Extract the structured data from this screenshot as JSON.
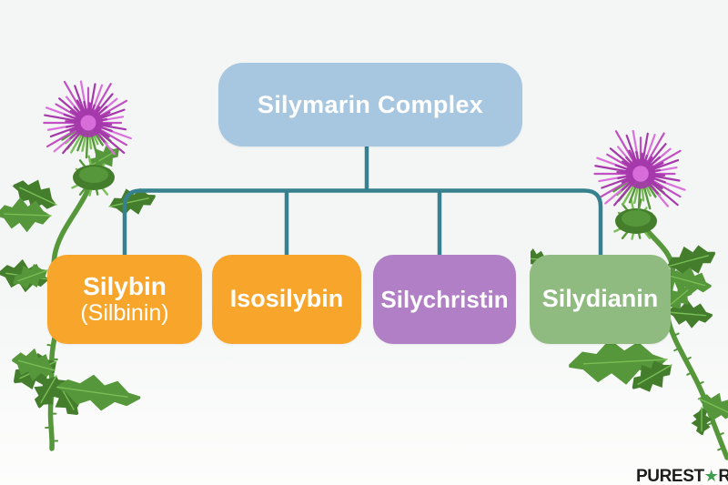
{
  "diagram": {
    "root": {
      "label": "Silymarin Complex",
      "bg": "#a7c6df"
    },
    "children": [
      {
        "label": "Silybin",
        "sublabel": "(Silbinin)",
        "bg": "#f8a52b"
      },
      {
        "label": "Isosilybin",
        "bg": "#f8a52b"
      },
      {
        "label": "Silychristin",
        "bg": "#b17fc5"
      },
      {
        "label": "Silydianin",
        "bg": "#8fbb80"
      }
    ],
    "connector_color": "#37818f",
    "text_color": "#ffffff"
  },
  "branding": {
    "logo_text_before_star": "PUREST",
    "logo_star": "★",
    "logo_text_after_star": "R",
    "logo_color": "#1d1d1b",
    "star_color": "#3f9e4d"
  },
  "decorations": {
    "left_plant": "milk-thistle-flower",
    "right_plant": "milk-thistle-flower",
    "flower_pink": "#c24fc3",
    "flower_pink_light": "#da70dc",
    "flower_pink_dark": "#a538aa",
    "foliage_green": "#55973a",
    "foliage_green_light": "#79bd55",
    "foliage_green_dark": "#447d2c"
  },
  "background": {
    "top": "#f3f6f5",
    "bottom": "#fdfdfc"
  }
}
